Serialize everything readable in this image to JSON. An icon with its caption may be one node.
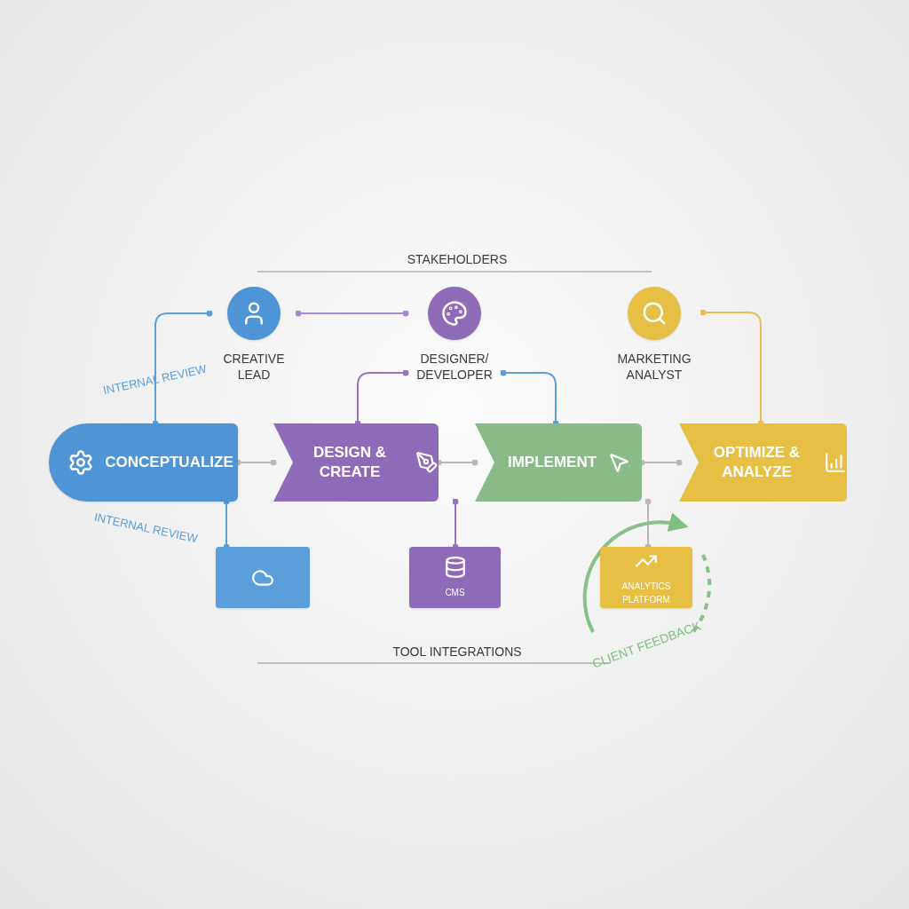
{
  "diagram": {
    "nodes": [
      {
        "text": [
          "CREATIVE LEAD"
        ]
      },
      {
        "text": [
          "DESIGNER/ DEVELOPER"
        ]
      },
      {
        "text": [
          "MARKETING ANALYST"
        ]
      },
      {
        "text": [
          "CONCEPTUALIZE"
        ]
      },
      {
        "text": [
          "DESIGN & CREATE"
        ]
      },
      {
        "text": [
          "IMPLEMENT"
        ]
      },
      {
        "text": [
          "OPTIMIZE & ANALYZE"
        ]
      },
      {
        "text": [],
        "shape": "box"
      },
      {
        "text": [
          "CMS"
        ]
      },
      {
        "text": [
          "ANALYTICS PLATFORM"
        ]
      }
    ],
    "edges": [
      {
        "from": 0,
        "to": 3,
        "arrow": "other",
        "color": "#5a9fdc"
      },
      {
        "from": 0,
        "to": 1,
        "arrow": "other",
        "color": "#a78bcf"
      },
      {
        "from": 1,
        "to": 4,
        "arrow": "other",
        "color": "#9a74c0"
      },
      {
        "from": 1,
        "to": 5,
        "arrow": "other",
        "color": "#5a9fdc"
      },
      {
        "from": 2,
        "to": 6,
        "arrow": "other",
        "color": "#e8c050"
      },
      {
        "from": 3,
        "to": 4,
        "arrow": "other"
      },
      {
        "from": 4,
        "to": 5,
        "arrow": "other"
      },
      {
        "from": 5,
        "to": 6,
        "arrow": "other"
      },
      {
        "from": 3,
        "to": 7,
        "arrow": "other",
        "color": "#5a9fdc"
      },
      {
        "from": 4,
        "to": 8,
        "arrow": "other",
        "color": "#9a74c0"
      },
      {
        "from": 5,
        "to": 9,
        "arrow": "other"
      }
    ],
    "labels": [
      "STAKEHOLDERS",
      "INTERNAL REVIEW",
      "INTERNAL REVIEW",
      "TOOL INTEGRATIONS",
      "CLIENT FEEDBACK"
    ]
  }
}
